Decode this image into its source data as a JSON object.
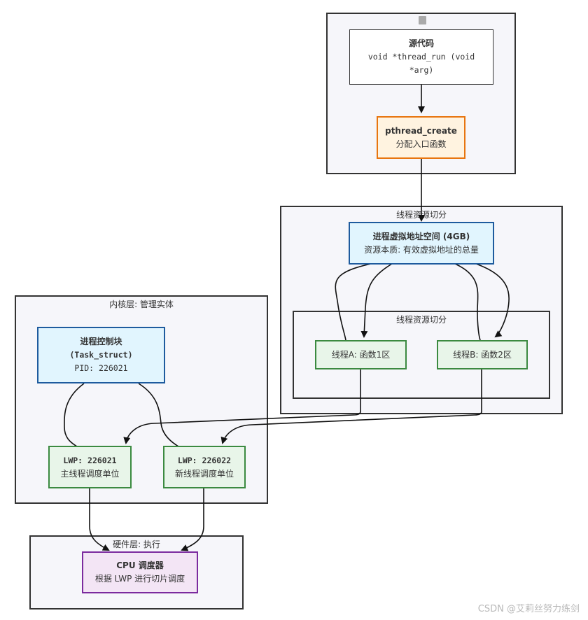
{
  "groups": {
    "top": {
      "label": ""
    },
    "resource_outer": {
      "label": "线程资源切分"
    },
    "resource_inner": {
      "label": "线程资源切分"
    },
    "kernel": {
      "label": "内核层: 管理实体"
    },
    "hardware": {
      "label": "硬件层: 执行"
    }
  },
  "nodes": {
    "source": {
      "title": "源代码",
      "line1": "void *thread_run (void",
      "line2": "*arg)"
    },
    "pthread": {
      "title": "pthread_create",
      "line1": "分配入口函数"
    },
    "vspace": {
      "title": "进程虚拟地址空间 (4GB)",
      "line1": "资源本质: 有效虚拟地址的总量"
    },
    "thread_a": {
      "line1": "线程A: 函数1区"
    },
    "thread_b": {
      "line1": "线程B: 函数2区"
    },
    "pcb": {
      "title": "进程控制块",
      "line1": "(Task_struct)",
      "line2": "PID: 226021"
    },
    "lwp1": {
      "title": "LWP: 226021",
      "line1": "主线程调度单位"
    },
    "lwp2": {
      "title": "LWP: 226022",
      "line1": "新线程调度单位"
    },
    "cpu": {
      "title": "CPU 调度器",
      "line1": "根据 LWP 进行切片调度"
    }
  },
  "watermark": "CSDN @艾莉丝努力练剑",
  "colors": {
    "group_fill": "#f6f6fa",
    "orange": "#e8750f",
    "blue": "#1e5b9e",
    "green": "#3b8a40",
    "purple": "#7b2a9e"
  }
}
